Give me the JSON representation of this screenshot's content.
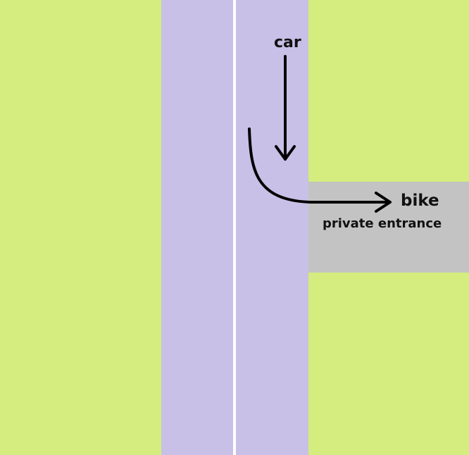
{
  "labels": {
    "car": "car",
    "bike": "bike",
    "entrance": "private entrance"
  },
  "colors": {
    "grass": "#d4ed7e",
    "road": "#c8c0e6",
    "center_line": "#ffffff",
    "entrance": "#c3c3c3",
    "arrow": "#000000"
  }
}
